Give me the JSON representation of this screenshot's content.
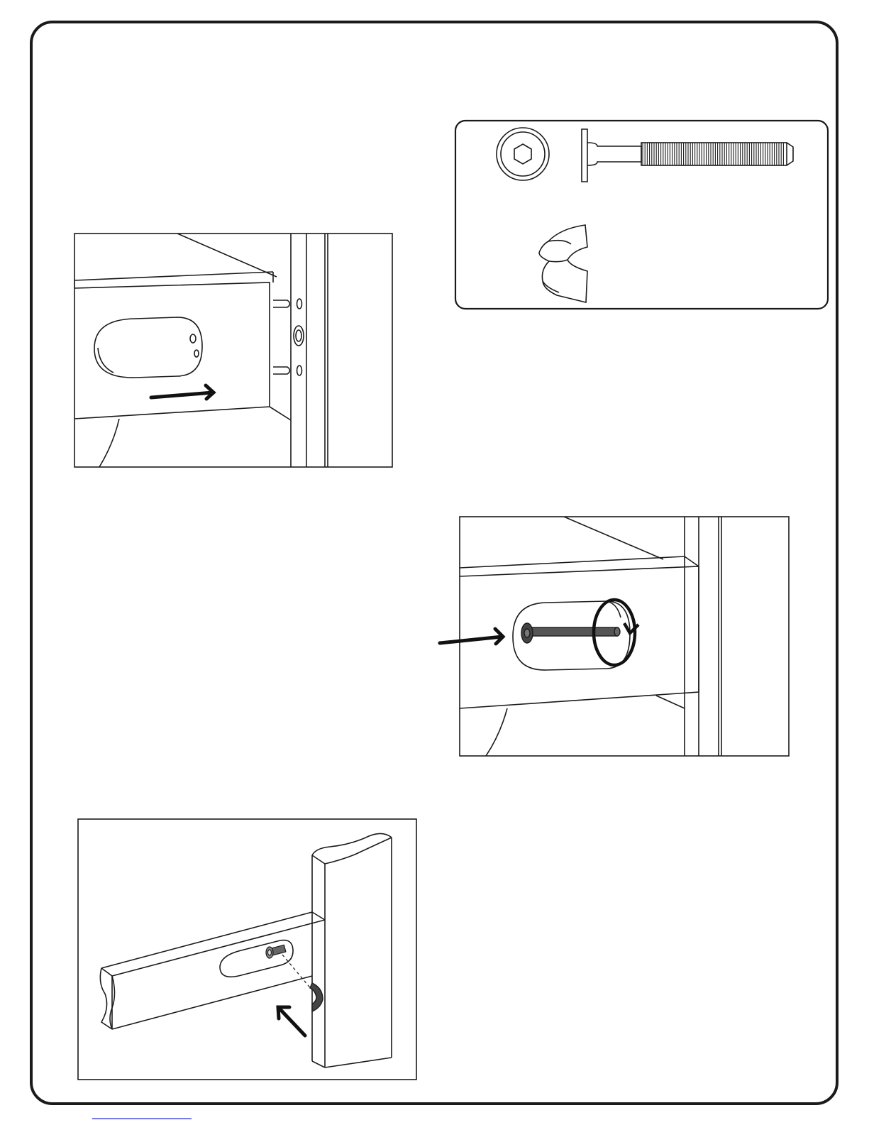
{
  "document": {
    "type": "assembly-instructions-page",
    "page_text": "",
    "colors": {
      "line": "#1a1a1a",
      "panel_border": "#222222",
      "bolt_fill": "#555555",
      "footer_rule": "#2b2bd6"
    }
  },
  "hardware_panel": {
    "items": [
      {
        "icon": "bolt-head-hex-icon"
      },
      {
        "icon": "connector-bolt-icon"
      },
      {
        "icon": "barrel-nut-clip-icon"
      }
    ]
  },
  "figures": [
    {
      "id": "figure-1",
      "subject": "rail-slide-onto-dowels",
      "arrow": "right"
    },
    {
      "id": "figure-2",
      "subject": "bolt-insert-and-tighten",
      "arrow": "right",
      "rotation": "clockwise"
    },
    {
      "id": "figure-3",
      "subject": "clip-insert",
      "arrow": "up-left"
    }
  ]
}
